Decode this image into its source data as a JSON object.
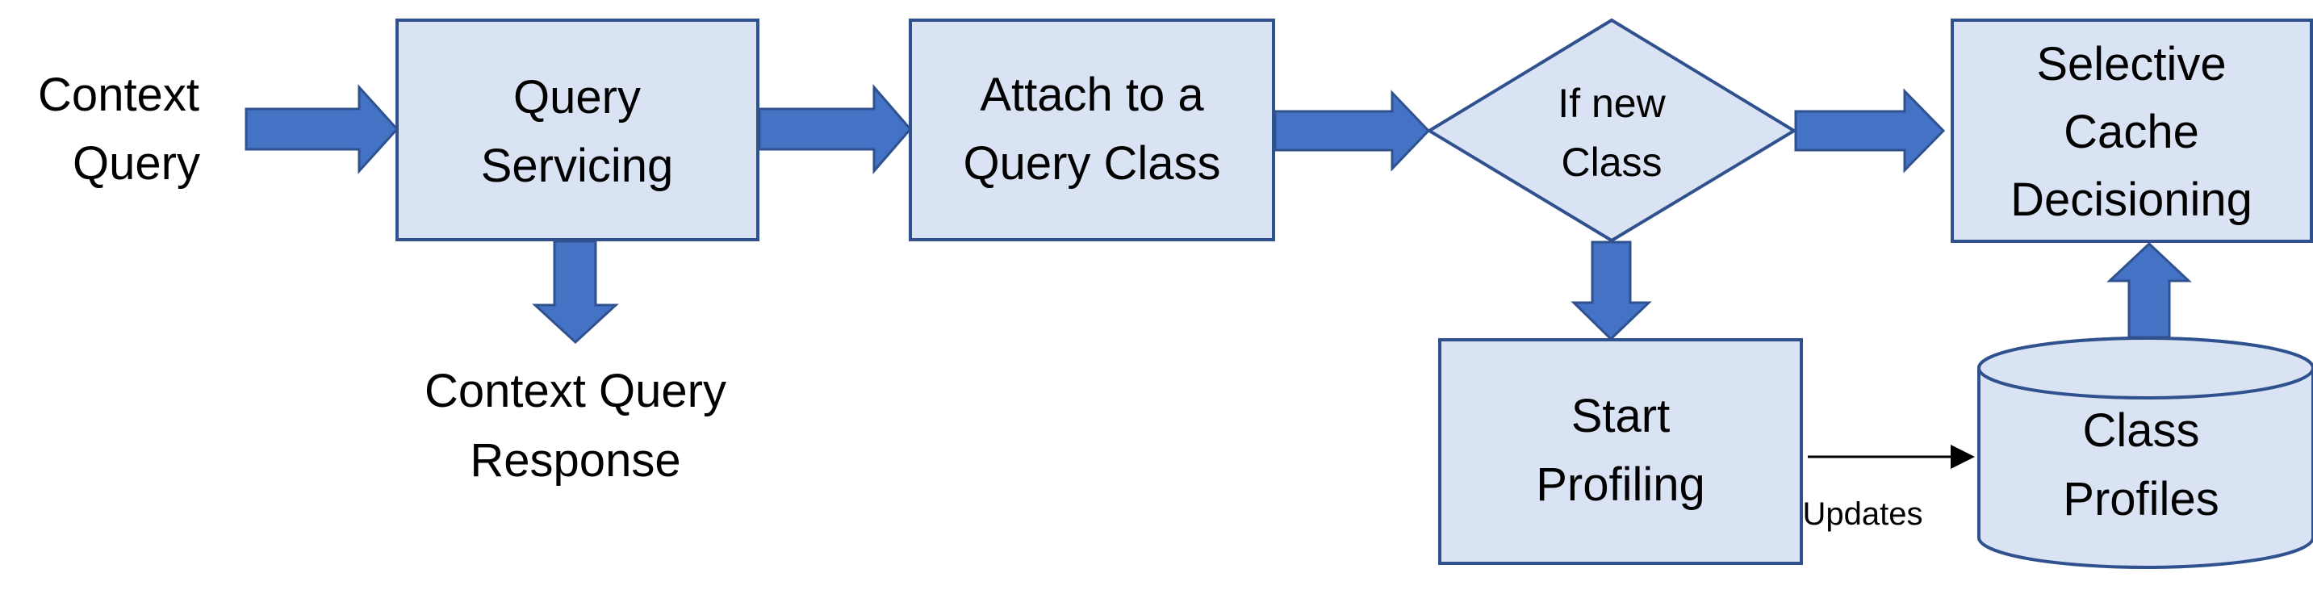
{
  "colors": {
    "box_fill": "#DAE3F3",
    "box_stroke": "#2F528F",
    "arrow_fill": "#4472C4",
    "line": "#000000"
  },
  "input": {
    "line1": "Context",
    "line2": "Query"
  },
  "query_servicing": {
    "line1": "Query",
    "line2": "Servicing"
  },
  "response": {
    "line1": "Context Query",
    "line2": "Response"
  },
  "attach_class": {
    "line1": "Attach to a",
    "line2": "Query Class"
  },
  "decision": {
    "line1": "If new",
    "line2": "Class"
  },
  "start_profiling": {
    "line1": "Start",
    "line2": "Profiling"
  },
  "updates_label": "Updates",
  "class_profiles": {
    "line1": "Class",
    "line2": "Profiles"
  },
  "selective_cache": {
    "line1": "Selective",
    "line2": "Cache",
    "line3": "Decisioning"
  }
}
